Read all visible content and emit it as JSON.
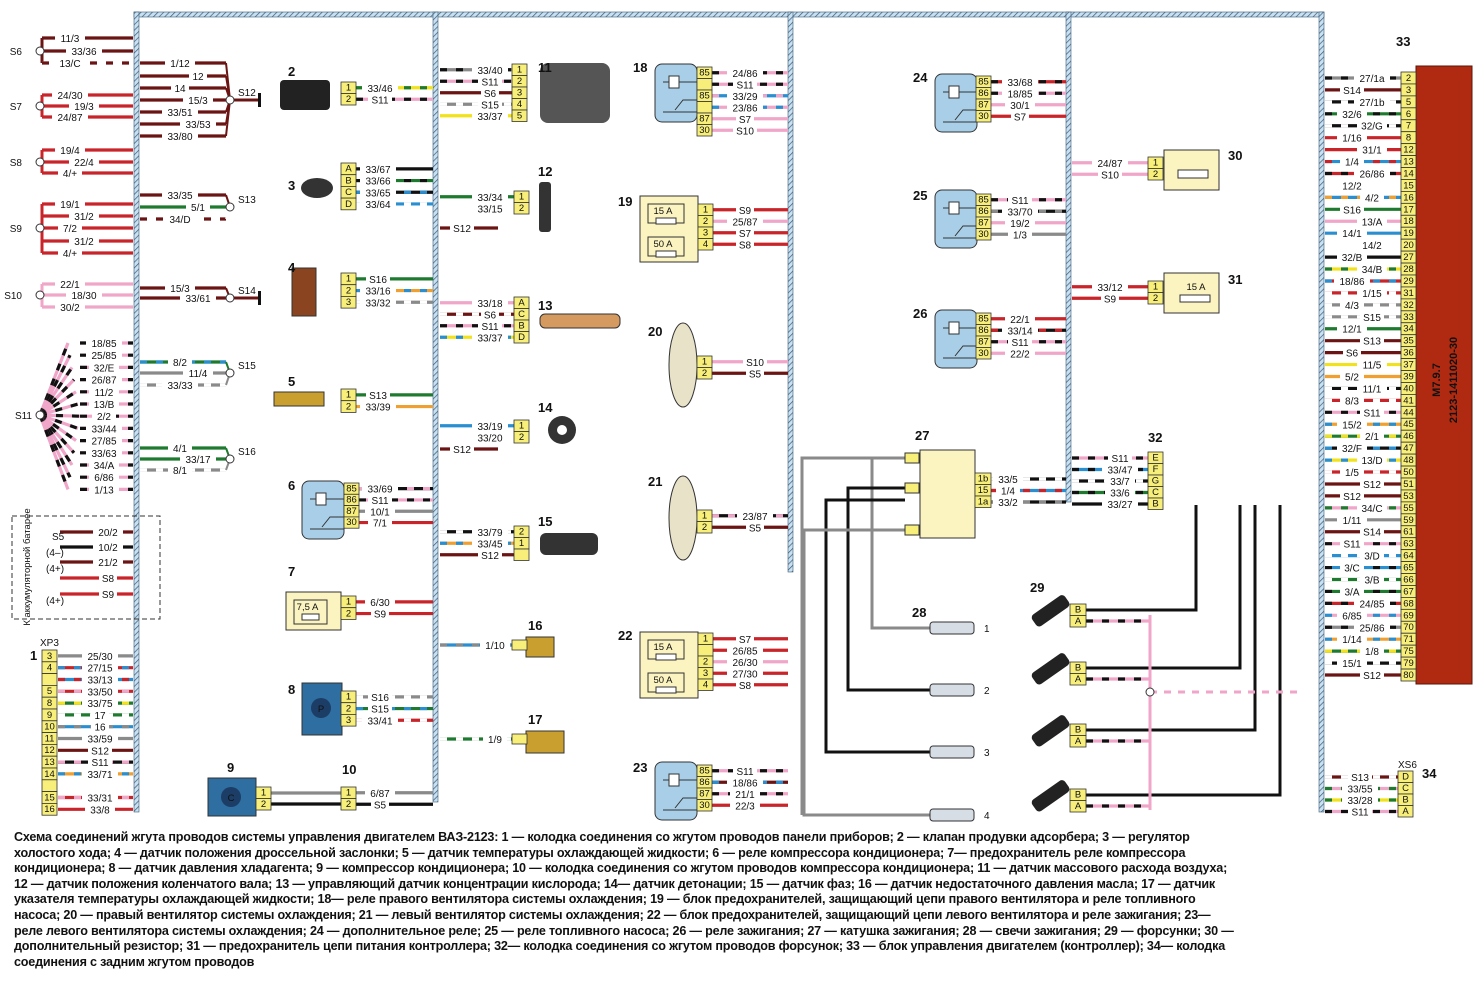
{
  "title": "Схема соединений жгута проводов системы управления двигателем ВАЗ-2123",
  "caption": "Схема соединений жгута проводов системы управления двигателем ВАЗ-2123: 1 — колодка соединения со жгутом проводов панели приборов; 2 — клапан продувки адсорбера; 3 — регулятор холостого хода; 4 — датчик положения дроссельной заслонки; 5 — датчик температуры охлаждающей жидкости; 6 — реле компрессора кондиционера; 7— предохранитель реле компрессора кондиционера; 8 — датчик давления хладагента; 9 — компрессор кондиционера; 10 — колодка соединения со жгутом проводов компрессора кондиционера; 11 — датчик массового расхода воздуха; 12 — датчик положения коленчатого вала; 13 — управляющий датчик концентрации кислорода; 14— датчик детонации; 15 — датчик фаз; 16 — датчик недостаточного давления масла; 17 — датчик указателя температуры охлаждающей жидкости; 18— реле правого вентилятора системы охлаждения; 19 — блок предохранителей, защищающий цепи правого вентилятора и реле топливного насоса; 20 — правый вентилятор системы охлаждения; 21 — левый вентилятор системы охлаждения; 22 — блок предохранителей, защищающий цепи левого вентилятора и реле зажигания; 23— реле левого вентилятора системы охлаждения; 24 — дополнительное реле; 25 — реле топливного насоса; 26 — реле зажигания; 27 — катушка зажигания; 28 — свечи зажигания; 29 — форсунки; 30 — дополнительный резистор; 31 — предохранитель цепи питания контроллера; 32— колодка соединения со жгутом проводов форсунок; 33 — блок управления двигателем (контроллер); 34— колодка соединения с задним жгутом проводов",
  "colors": {
    "red": "#c8242a",
    "brown": "#6b1414",
    "green": "#1e7a2e",
    "blue": "#2a8fd0",
    "pink": "#f0a6c8",
    "gray": "#8a8a8a",
    "black": "#111111",
    "yellow": "#f2e21c",
    "orange": "#f0a030",
    "white": "#ffffff",
    "pin_fill": "#f7ef7a",
    "relay_fill": "#a9cfe8",
    "fuse_fill": "#fbf3c0",
    "harness": "#b9d6ea",
    "ecu_fill": "#b02a12"
  },
  "splices": [
    {
      "id": "S6",
      "wires": [
        {
          "label": "11/3",
          "c": "brown"
        },
        {
          "label": "33/36",
          "c": "brown"
        },
        {
          "label": "13/C",
          "c": "white-brown"
        }
      ]
    },
    {
      "id": "S7",
      "wires": [
        {
          "label": "24/30",
          "c": "red"
        },
        {
          "label": "19/3",
          "c": "red"
        },
        {
          "label": "24/87",
          "c": "red"
        }
      ]
    },
    {
      "id": "S8",
      "wires": [
        {
          "label": "19/4",
          "c": "red"
        },
        {
          "label": "22/4",
          "c": "red"
        },
        {
          "label": "4/+",
          "c": "red"
        }
      ]
    },
    {
      "id": "S9",
      "wires": [
        {
          "label": "19/1",
          "c": "red"
        },
        {
          "label": "31/2",
          "c": "red"
        },
        {
          "label": "7/2",
          "c": "red"
        },
        {
          "label": "31/2",
          "c": "red"
        },
        {
          "label": "4/+",
          "c": "red"
        }
      ]
    },
    {
      "id": "S10",
      "wires": [
        {
          "label": "22/1",
          "c": "pink"
        },
        {
          "label": "18/30",
          "c": "pink"
        },
        {
          "label": "30/2",
          "c": "pink"
        }
      ]
    },
    {
      "id": "S11",
      "wires": [
        {
          "label": "18/85"
        },
        {
          "label": "25/85"
        },
        {
          "label": "32/E"
        },
        {
          "label": "26/87"
        },
        {
          "label": "11/2"
        },
        {
          "label": "13/B"
        },
        {
          "label": "2/2"
        },
        {
          "label": "33/44"
        },
        {
          "label": "27/85"
        },
        {
          "label": "33/63"
        },
        {
          "label": "34/A"
        },
        {
          "label": "6/86"
        },
        {
          "label": "1/13"
        }
      ]
    },
    {
      "id": "S12",
      "wires": [
        {
          "label": "1/12"
        },
        {
          "label": "12"
        },
        {
          "label": "14"
        },
        {
          "label": "15/3"
        },
        {
          "label": "33/51"
        },
        {
          "label": "33/53"
        },
        {
          "label": "33/80"
        }
      ]
    },
    {
      "id": "S13",
      "wires": [
        {
          "label": "33/35",
          "c": "brown"
        },
        {
          "label": "5/1",
          "c": "green"
        },
        {
          "label": "34/D",
          "c": "white-brown"
        }
      ]
    },
    {
      "id": "S14",
      "wires": [
        {
          "label": "15/3",
          "c": "brown"
        },
        {
          "label": "33/61",
          "c": "brown"
        }
      ]
    },
    {
      "id": "S15",
      "wires": [
        {
          "label": "8/2",
          "c": "green-blue"
        },
        {
          "label": "11/4",
          "c": "gray"
        },
        {
          "label": "33/33",
          "c": "white-gray"
        }
      ]
    },
    {
      "id": "S16",
      "wires": [
        {
          "label": "4/1",
          "c": "green"
        },
        {
          "label": "33/17",
          "c": "green"
        },
        {
          "label": "8/1",
          "c": "white-gray"
        }
      ]
    }
  ],
  "battery": {
    "label": "К аккумуляторной батарее",
    "s5": "S5",
    "wires": [
      "20/2",
      "10/2",
      "21/2",
      "S8",
      "S9"
    ],
    "terminals": [
      "(4–)",
      "(4+)",
      "(4+)"
    ]
  },
  "connector1": {
    "num": "1",
    "name": "XP3",
    "pins": [
      {
        "pin": "3",
        "wire": "25/30"
      },
      {
        "pin": "4",
        "wire": "27/15"
      },
      {
        "pin": "",
        "wire": "33/13"
      },
      {
        "pin": "5",
        "wire": "33/50"
      },
      {
        "pin": "8",
        "wire": "33/75"
      },
      {
        "pin": "9",
        "wire": "17"
      },
      {
        "pin": "10",
        "wire": "16"
      },
      {
        "pin": "11",
        "wire": "33/59"
      },
      {
        "pin": "12",
        "wire": "S12"
      },
      {
        "pin": "13",
        "wire": "S11"
      },
      {
        "pin": "14",
        "wire": "33/71"
      },
      {
        "pin": "",
        "wire": ""
      },
      {
        "pin": "15",
        "wire": "33/31"
      },
      {
        "pin": "16",
        "wire": "33/8"
      }
    ]
  },
  "components": [
    {
      "num": "2",
      "pins": [
        {
          "p": "1",
          "w": "33/46"
        },
        {
          "p": "2",
          "w": "S11"
        }
      ]
    },
    {
      "num": "3",
      "pins": [
        {
          "p": "A",
          "w": "33/67"
        },
        {
          "p": "B",
          "w": "33/66"
        },
        {
          "p": "C",
          "w": "33/65"
        },
        {
          "p": "D",
          "w": "33/64"
        }
      ]
    },
    {
      "num": "4",
      "pins": [
        {
          "p": "1",
          "w": "S16"
        },
        {
          "p": "2",
          "w": "33/16"
        },
        {
          "p": "3",
          "w": "33/32"
        }
      ]
    },
    {
      "num": "5",
      "pins": [
        {
          "p": "1",
          "w": "S13"
        },
        {
          "p": "2",
          "w": "33/39"
        }
      ]
    },
    {
      "num": "6",
      "pins": [
        {
          "p": "85",
          "w": "33/69"
        },
        {
          "p": "86",
          "w": "S11"
        },
        {
          "p": "87",
          "w": "10/1"
        },
        {
          "p": "30",
          "w": "7/1"
        }
      ]
    },
    {
      "num": "7",
      "fuse": "7,5 A",
      "pins": [
        {
          "p": "1",
          "w": "6/30"
        },
        {
          "p": "2",
          "w": "S9"
        }
      ]
    },
    {
      "num": "8",
      "icon": "P",
      "pins": [
        {
          "p": "1",
          "w": "S16"
        },
        {
          "p": "2",
          "w": "S15"
        },
        {
          "p": "3",
          "w": "33/41"
        }
      ]
    },
    {
      "num": "9",
      "icon": "C",
      "pins": [
        {
          "p": "1",
          "w": ""
        },
        {
          "p": "2",
          "w": ""
        }
      ]
    },
    {
      "num": "10",
      "pins": [
        {
          "p": "1",
          "w": "6/87"
        },
        {
          "p": "2",
          "w": "S5"
        }
      ]
    },
    {
      "num": "11",
      "pins": [
        {
          "p": "1",
          "w": "33/40"
        },
        {
          "p": "2",
          "w": "S11"
        },
        {
          "p": "3",
          "w": "S6"
        },
        {
          "p": "4",
          "w": "S15"
        },
        {
          "p": "5",
          "w": "33/37"
        }
      ]
    },
    {
      "num": "12",
      "pins": [
        {
          "p": "1",
          "w": "33/34"
        },
        {
          "p": "2",
          "w": "33/15"
        }
      ],
      "extra": "S12"
    },
    {
      "num": "13",
      "pins": [
        {
          "p": "A",
          "w": "33/18"
        },
        {
          "p": "C",
          "w": "S6"
        },
        {
          "p": "B",
          "w": "S11"
        },
        {
          "p": "D",
          "w": "33/37"
        }
      ]
    },
    {
      "num": "14",
      "pins": [
        {
          "p": "1",
          "w": "33/19"
        },
        {
          "p": "2",
          "w": "33/20"
        }
      ],
      "extra": "S12"
    },
    {
      "num": "15",
      "pins": [
        {
          "p": "2",
          "w": "33/79"
        },
        {
          "p": "1",
          "w": "33/45"
        },
        {
          "p": "",
          "w": "S12"
        }
      ]
    },
    {
      "num": "16",
      "pins": [
        {
          "p": "",
          "w": "1/10"
        }
      ]
    },
    {
      "num": "17",
      "pins": [
        {
          "p": "",
          "w": "1/9"
        }
      ]
    },
    {
      "num": "18",
      "pins": [
        {
          "p": "85",
          "w": "24/86"
        },
        {
          "p": "",
          "w": "S11"
        },
        {
          "p": "85",
          "w": "33/29"
        },
        {
          "p": "",
          "w": "23/86"
        },
        {
          "p": "87",
          "w": "S7"
        },
        {
          "p": "30",
          "w": "S10"
        }
      ]
    },
    {
      "num": "19",
      "fuses": [
        "15 A",
        "50 A"
      ],
      "pins": [
        {
          "p": "1",
          "w": "S9"
        },
        {
          "p": "2",
          "w": "25/87"
        },
        {
          "p": "3",
          "w": "S7"
        },
        {
          "p": "4",
          "w": "S8"
        }
      ]
    },
    {
      "num": "20",
      "pins": [
        {
          "p": "1",
          "w": "S10"
        },
        {
          "p": "2",
          "w": "S5"
        }
      ]
    },
    {
      "num": "21",
      "pins": [
        {
          "p": "1",
          "w": "23/87"
        },
        {
          "p": "2",
          "w": "S5"
        }
      ]
    },
    {
      "num": "22",
      "fuses": [
        "15 A",
        "50 A"
      ],
      "pins": [
        {
          "p": "1",
          "w": "S7"
        },
        {
          "p": "",
          "w": "26/85"
        },
        {
          "p": "2",
          "w": "26/30"
        },
        {
          "p": "3",
          "w": "27/30"
        },
        {
          "p": "4",
          "w": "S8"
        }
      ]
    },
    {
      "num": "23",
      "pins": [
        {
          "p": "85",
          "w": "S11"
        },
        {
          "p": "86",
          "w": "18/86"
        },
        {
          "p": "87",
          "w": "21/1"
        },
        {
          "p": "30",
          "w": "22/3"
        }
      ]
    },
    {
      "num": "24",
      "pins": [
        {
          "p": "85",
          "w": "33/68"
        },
        {
          "p": "86",
          "w": "18/85"
        },
        {
          "p": "87",
          "w": "30/1"
        },
        {
          "p": "30",
          "w": "S7"
        }
      ]
    },
    {
      "num": "25",
      "pins": [
        {
          "p": "85",
          "w": "S11"
        },
        {
          "p": "86",
          "w": "33/70"
        },
        {
          "p": "87",
          "w": "19/2"
        },
        {
          "p": "30",
          "w": "1/3"
        }
      ]
    },
    {
      "num": "26",
      "pins": [
        {
          "p": "85",
          "w": "22/1"
        },
        {
          "p": "86",
          "w": "33/14"
        },
        {
          "p": "87",
          "w": "S11"
        },
        {
          "p": "30",
          "w": "22/2"
        }
      ]
    },
    {
      "num": "27",
      "pins": [
        {
          "p": "1b",
          "w": "33/5"
        },
        {
          "p": "15",
          "w": "1/4"
        },
        {
          "p": "1a",
          "w": "33/2"
        }
      ]
    },
    {
      "num": "28",
      "plugs": [
        "1",
        "2",
        "3",
        "4"
      ]
    },
    {
      "num": "29",
      "pins": [
        {
          "p": "B",
          "w": ""
        },
        {
          "p": "A",
          "w": ""
        }
      ]
    },
    {
      "num": "30",
      "pins": [
        {
          "p": "1",
          "w": "24/87"
        },
        {
          "p": "2",
          "w": "S10"
        }
      ]
    },
    {
      "num": "31",
      "fuse": "15 A",
      "pins": [
        {
          "p": "1",
          "w": "33/12"
        },
        {
          "p": "2",
          "w": "S9"
        }
      ]
    },
    {
      "num": "32",
      "pins": [
        {
          "p": "E",
          "w": "S11"
        },
        {
          "p": "F",
          "w": "33/47"
        },
        {
          "p": "G",
          "w": "33/7"
        },
        {
          "p": "C",
          "w": "33/6"
        },
        {
          "p": "B",
          "w": "33/27"
        }
      ]
    },
    {
      "num": "34",
      "name": "XS6",
      "pins": [
        {
          "p": "D",
          "w": "S13"
        },
        {
          "p": "C",
          "w": "33/55"
        },
        {
          "p": "B",
          "w": "33/28"
        },
        {
          "p": "A",
          "w": "S11"
        }
      ]
    }
  ],
  "ecu": {
    "num": "33",
    "model": "M7.9.7",
    "part": "2123-1411020-30",
    "pins": [
      {
        "p": "2",
        "w": "27/1a"
      },
      {
        "p": "3",
        "w": "S14"
      },
      {
        "p": "5",
        "w": "27/1b"
      },
      {
        "p": "6",
        "w": "32/6"
      },
      {
        "p": "7",
        "w": "32/G"
      },
      {
        "p": "8",
        "w": "1/16"
      },
      {
        "p": "12",
        "w": "31/1"
      },
      {
        "p": "13",
        "w": "1/4"
      },
      {
        "p": "14",
        "w": "26/86"
      },
      {
        "p": "15",
        "w": "12/2"
      },
      {
        "p": "16",
        "w": "4/2"
      },
      {
        "p": "17",
        "w": "S16"
      },
      {
        "p": "18",
        "w": "13/A"
      },
      {
        "p": "19",
        "w": "14/1"
      },
      {
        "p": "20",
        "w": "14/2"
      },
      {
        "p": "27",
        "w": "32/B"
      },
      {
        "p": "28",
        "w": "34/B"
      },
      {
        "p": "29",
        "w": "18/86"
      },
      {
        "p": "31",
        "w": "1/15"
      },
      {
        "p": "32",
        "w": "4/3"
      },
      {
        "p": "33",
        "w": "S15"
      },
      {
        "p": "34",
        "w": "12/1"
      },
      {
        "p": "35",
        "w": "S13"
      },
      {
        "p": "36",
        "w": "S6"
      },
      {
        "p": "37",
        "w": "11/5"
      },
      {
        "p": "39",
        "w": "5/2"
      },
      {
        "p": "40",
        "w": "11/1"
      },
      {
        "p": "41",
        "w": "8/3"
      },
      {
        "p": "44",
        "w": "S11"
      },
      {
        "p": "45",
        "w": "15/2"
      },
      {
        "p": "46",
        "w": "2/1"
      },
      {
        "p": "47",
        "w": "32/F"
      },
      {
        "p": "48",
        "w": "13/D"
      },
      {
        "p": "50",
        "w": "1/5"
      },
      {
        "p": "51",
        "w": "S12"
      },
      {
        "p": "53",
        "w": "S12"
      },
      {
        "p": "55",
        "w": "34/C"
      },
      {
        "p": "59",
        "w": "1/11"
      },
      {
        "p": "61",
        "w": "S14"
      },
      {
        "p": "63",
        "w": "S11"
      },
      {
        "p": "64",
        "w": "3/D"
      },
      {
        "p": "65",
        "w": "3/C"
      },
      {
        "p": "66",
        "w": "3/B"
      },
      {
        "p": "67",
        "w": "3/A"
      },
      {
        "p": "68",
        "w": "24/85"
      },
      {
        "p": "69",
        "w": "6/85"
      },
      {
        "p": "70",
        "w": "25/86"
      },
      {
        "p": "71",
        "w": "1/14"
      },
      {
        "p": "75",
        "w": "1/8"
      },
      {
        "p": "79",
        "w": "15/1"
      },
      {
        "p": "80",
        "w": "S12"
      }
    ]
  }
}
